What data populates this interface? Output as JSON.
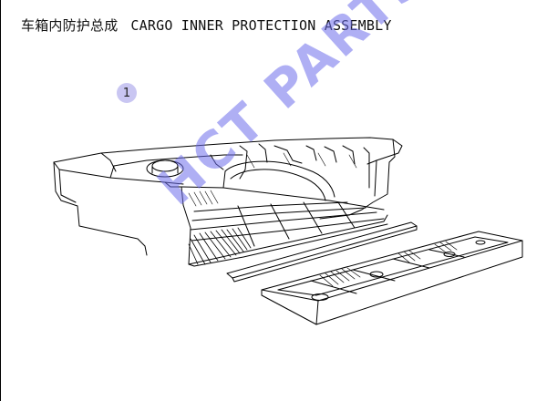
{
  "header": {
    "title_zh": "车箱内防护总成",
    "title_en": "CARGO INNER PROTECTION ASSEMBLY"
  },
  "callouts": [
    {
      "label": "1"
    }
  ],
  "watermark": {
    "text": "HCT PARTS",
    "color": "#6e6eeb"
  },
  "colors": {
    "line": "#000000",
    "callout_bg": "#c9c6f2"
  }
}
